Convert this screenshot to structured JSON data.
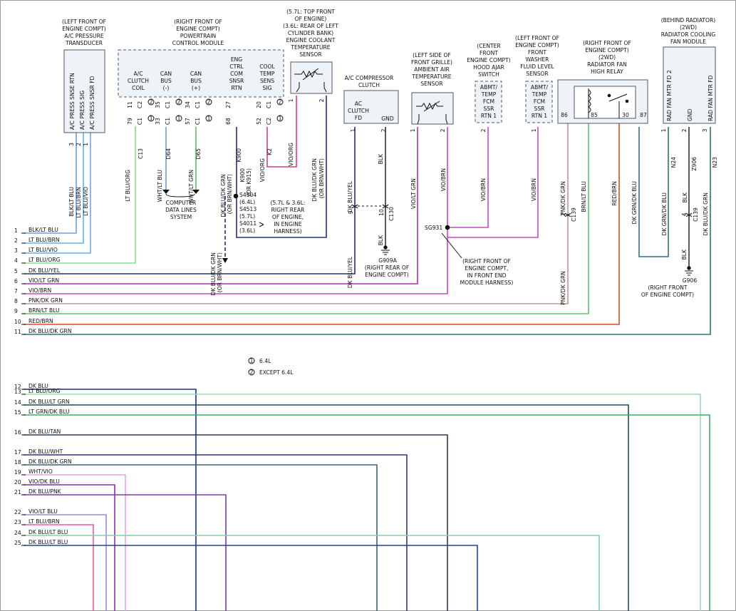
{
  "wires": [
    {
      "num": "1",
      "label": "BLK/LT BLU",
      "color": "#6c9ee8"
    },
    {
      "num": "2",
      "label": "LT BLU/BRN",
      "color": "#5fb6e6"
    },
    {
      "num": "3",
      "label": "LT BLU/VIO",
      "color": "#6aa9ee"
    },
    {
      "num": "4",
      "label": "LT BLU/ORG",
      "color": "#8fd99b"
    },
    {
      "num": "5",
      "label": "DK BLU/YEL",
      "color": "#22307a"
    },
    {
      "num": "6",
      "label": "VIO/LT GRN",
      "color": "#a43aa8"
    },
    {
      "num": "7",
      "label": "VIO/BRN",
      "color": "#c34ac9"
    },
    {
      "num": "8",
      "label": "PNK/DK GRN",
      "color": "#b89a8c"
    },
    {
      "num": "9",
      "label": "BRN/LT BLU",
      "color": "#5fc56e"
    },
    {
      "num": "10",
      "label": "RED/BRN",
      "color": "#d4511d"
    },
    {
      "num": "11",
      "label": "DK BLU/DK GRN",
      "color": "#356e80"
    },
    {
      "num": "12",
      "label": "DK BLU",
      "color": "#1d2f8a"
    },
    {
      "num": "13",
      "label": "LT BLU/ORG",
      "color": "#9fdcae"
    },
    {
      "num": "14",
      "label": "DK BLU/LT GRN",
      "color": "#1d4d5a"
    },
    {
      "num": "15",
      "label": "LT GRN/DK BLU",
      "color": "#3fae66"
    },
    {
      "num": "16",
      "label": "DK BLU/TAN",
      "color": "#2b3f55"
    },
    {
      "num": "17",
      "label": "DK BLU/WHT",
      "color": "#33386e"
    },
    {
      "num": "18",
      "label": "DK BLU/DK GRN",
      "color": "#3f6070"
    },
    {
      "num": "19",
      "label": "WHT/VIO",
      "color": "#e5a2e8"
    },
    {
      "num": "20",
      "label": "VIO/DK BLU",
      "color": "#8b2db0"
    },
    {
      "num": "21",
      "label": "DK BLU/PNK",
      "color": "#7b3ca8"
    },
    {
      "num": "22",
      "label": "VIO/LT BLU",
      "color": "#9a8ae6"
    },
    {
      "num": "23",
      "label": "LT BLU/BRN",
      "color": "#ec5aa6"
    },
    {
      "num": "24",
      "label": "DK BLU/LT BLU",
      "color": "#7fd3a6"
    },
    {
      "num": "25",
      "label": "DK BLU/LT BLU",
      "color": "#26449a"
    }
  ],
  "components": {
    "ac_transducer": {
      "title": [
        "(LEFT FRONT OF",
        "ENGINE COMPT)",
        "A/C PRESSURE",
        "TRANSDUCER"
      ],
      "pins": [
        "A/C PRESS SNSE RTN",
        "A/C PRESS SIG",
        "A/C PRESS SNSR FD"
      ],
      "pin_nums": [
        "3",
        "2",
        "1"
      ],
      "wire_labels": [
        "BLK/LT BLU",
        "LT BLU/BRN",
        "LT BLU/VIO"
      ]
    },
    "pcm": {
      "title": [
        "(RIGHT FRONT OF",
        "ENGINE COMPT)",
        "POWERTRAIN",
        "CONTROL MODULE"
      ],
      "pins": [
        {
          "label": [
            "A/C",
            "CLUTCH",
            "COIL"
          ],
          "num": "11",
          "conn": "C2",
          "note": "2",
          "num2": "79",
          "conn2": "C1",
          "note2": "1",
          "circuit": "C13",
          "wire": "LT BLU/ORG"
        },
        {
          "label": [
            "CAN",
            "BUS",
            "(-)"
          ],
          "num": "35",
          "conn": "C1",
          "note": "2",
          "num2": "33",
          "conn2": "C1",
          "note2": "1",
          "circuit": "D64",
          "wire": "WHT/LT BLU"
        },
        {
          "label": [
            "CAN",
            "BUS",
            "(+)"
          ],
          "num": "34",
          "conn": "C1",
          "note": "2",
          "num2": "57",
          "conn2": "C1",
          "note2": "1",
          "circuit": "D65",
          "wire": "WHT/LT GRN"
        },
        {
          "label": [
            "ENG",
            "CTRL",
            "COM",
            "SNSR",
            "RTN"
          ],
          "num": "27",
          "num2": "68",
          "circuit": "K900 (OR K915)",
          "wire": "DK BLU/DK GRN (OR BRN/WHT)"
        },
        {
          "label": [
            "COOL",
            "TEMP",
            "SENS",
            "SIG"
          ],
          "num": "20",
          "conn": "C1",
          "note": "2",
          "num2": "52",
          "conn2": "C2",
          "note2": "1",
          "circuit": "K2",
          "wire": "VIO/ORG"
        }
      ]
    },
    "data_lines": [
      "COMPUTER",
      "DATA LINES",
      "SYSTEM"
    ],
    "coolant_sensor": {
      "title": [
        "(5.7L: TOP FRONT",
        "OF ENGINE)",
        "(3.6L: REAR OF LEFT",
        "CYLINDER BANK)",
        "ENGINE COOLANT",
        "TEMPERATURE",
        "SENSOR"
      ],
      "pin_nums": [
        "1",
        "2"
      ],
      "wire_labels": [
        "VIO/ORG",
        "DK BLU/DK GRN (OR BRN/WHT)"
      ]
    },
    "splice": {
      "names": [
        "S4504",
        "(6.4L)",
        "S4513",
        "(5.7L)",
        "S4011",
        "(3.6L)"
      ],
      "note": [
        "(5.7L & 3.6L:",
        "RIGHT REAR",
        "OF ENGINE,",
        "IN ENGINE",
        "HARNESS)"
      ],
      "wire": "DK BLU/DK GRN (OR BRN/WHT)"
    },
    "ac_clutch": {
      "title": [
        "A/C COMPRESSOR",
        "CLUTCH"
      ],
      "pins": [
        "AC",
        "CLUTCH",
        "FD",
        "GND"
      ],
      "pin_nums": [
        "1",
        "2"
      ],
      "wire_labels": [
        "DK BLU/YEL",
        "BLK"
      ],
      "conn": "C130",
      "conn_pins": [
        "9",
        "10"
      ],
      "ground": "G909A",
      "ground_loc": [
        "(RIGHT REAR OF",
        "ENGINE COMPT)"
      ]
    },
    "ambient_sensor": {
      "title": [
        "(LEFT SIDE OF",
        "FRONT GRILLE)",
        "AMBIENT AIR",
        "TEMPERATURE",
        "SENSOR"
      ],
      "pin_nums": [
        "1",
        "2"
      ],
      "wire_labels": [
        "VIO/LT GRN",
        "VIO/BRN"
      ]
    },
    "hood_ajar": {
      "title": [
        "(CENTER",
        "FRONT",
        "ENGINE COMPT)",
        "HOOD AJAR",
        "SWITCH"
      ],
      "inner": [
        "ABMT/",
        "TEMP",
        "FCM",
        "SSR",
        "RTN 1"
      ],
      "pin": "2",
      "wire": "VIO/BRN"
    },
    "washer_sensor": {
      "title": [
        "(LEFT FRONT OF",
        "ENGINE COMPT)",
        "FRONT",
        "WASHER",
        "FLUID LEVEL",
        "SENSOR"
      ],
      "inner": [
        "ABMT/",
        "TEMP",
        "FCM",
        "SSR",
        "RTN 1"
      ],
      "pin": "1",
      "wire": "VIO/BRN"
    },
    "sg931": {
      "name": "SG931",
      "note": [
        "(RIGHT FRONT OF",
        "ENGINE COMPT,",
        "IN FRONT END",
        "MODULE HARNESS)"
      ]
    },
    "fan_relay": {
      "title": [
        "(RIGHT FRONT OF",
        "ENGINE COMPT)",
        "(2WD)",
        "RADIATOR FAN",
        "HIGH RELAY"
      ],
      "pins": [
        "86",
        "85",
        "30",
        "87"
      ],
      "wire_labels": [
        "PNK/DK GRN",
        "BRN/LT BLU",
        "RED/BRN",
        "DK GRN/DK BLU"
      ],
      "conn": "C139",
      "conn_pin": "2",
      "lower_wire": "PNK/DK GRN"
    },
    "fan_module": {
      "title": [
        "(BEHIND RADIATOR)",
        "(2WD)",
        "RADIATOR COOLING",
        "FAN MODULE"
      ],
      "pins": [
        "RAD FAN MTR FD 2",
        "GND",
        "RAD FAN MTR FD"
      ],
      "pin_nums": [
        "1",
        "2",
        "3"
      ],
      "wire_labels": [
        "DK GRN/DK BLU",
        "BLK",
        "DK BLU/DK GRN"
      ],
      "circuits": [
        "N24",
        "Z906",
        "N23"
      ],
      "conn": "C139",
      "conn_pin": "4",
      "lower_wire": "BLK",
      "ground": "G906",
      "ground_loc": [
        "(RIGHT FRONT",
        "OF ENGINE COMPT)"
      ]
    }
  },
  "legend": [
    {
      "num": "1",
      "text": "6.4L"
    },
    {
      "num": "2",
      "text": "EXCEPT 6.4L"
    }
  ]
}
